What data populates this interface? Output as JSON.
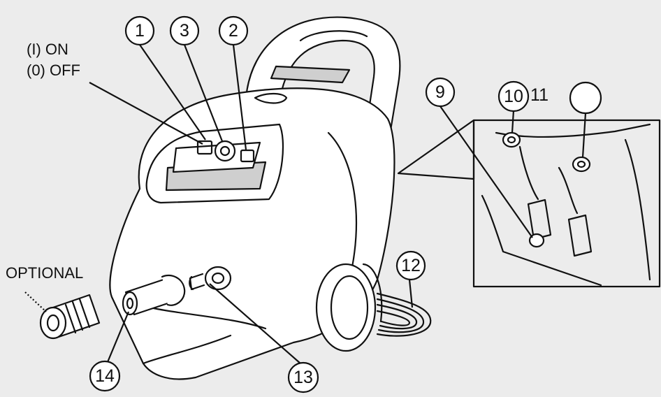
{
  "labels": {
    "switch_on": "(I)  ON",
    "switch_off": "(0) OFF",
    "optional": "OPTIONAL"
  },
  "callouts": [
    {
      "id": "1",
      "text": "1"
    },
    {
      "id": "2",
      "text": "2"
    },
    {
      "id": "3",
      "text": "3"
    },
    {
      "id": "9",
      "text": "9"
    },
    {
      "id": "10",
      "text": "10"
    },
    {
      "id": "11",
      "text": "11"
    },
    {
      "id": "12",
      "text": "12"
    },
    {
      "id": "13",
      "text": "13"
    },
    {
      "id": "14",
      "text": "14"
    }
  ],
  "colors": {
    "background": "#ececec",
    "line": "#111111",
    "body": "#ffffff"
  }
}
